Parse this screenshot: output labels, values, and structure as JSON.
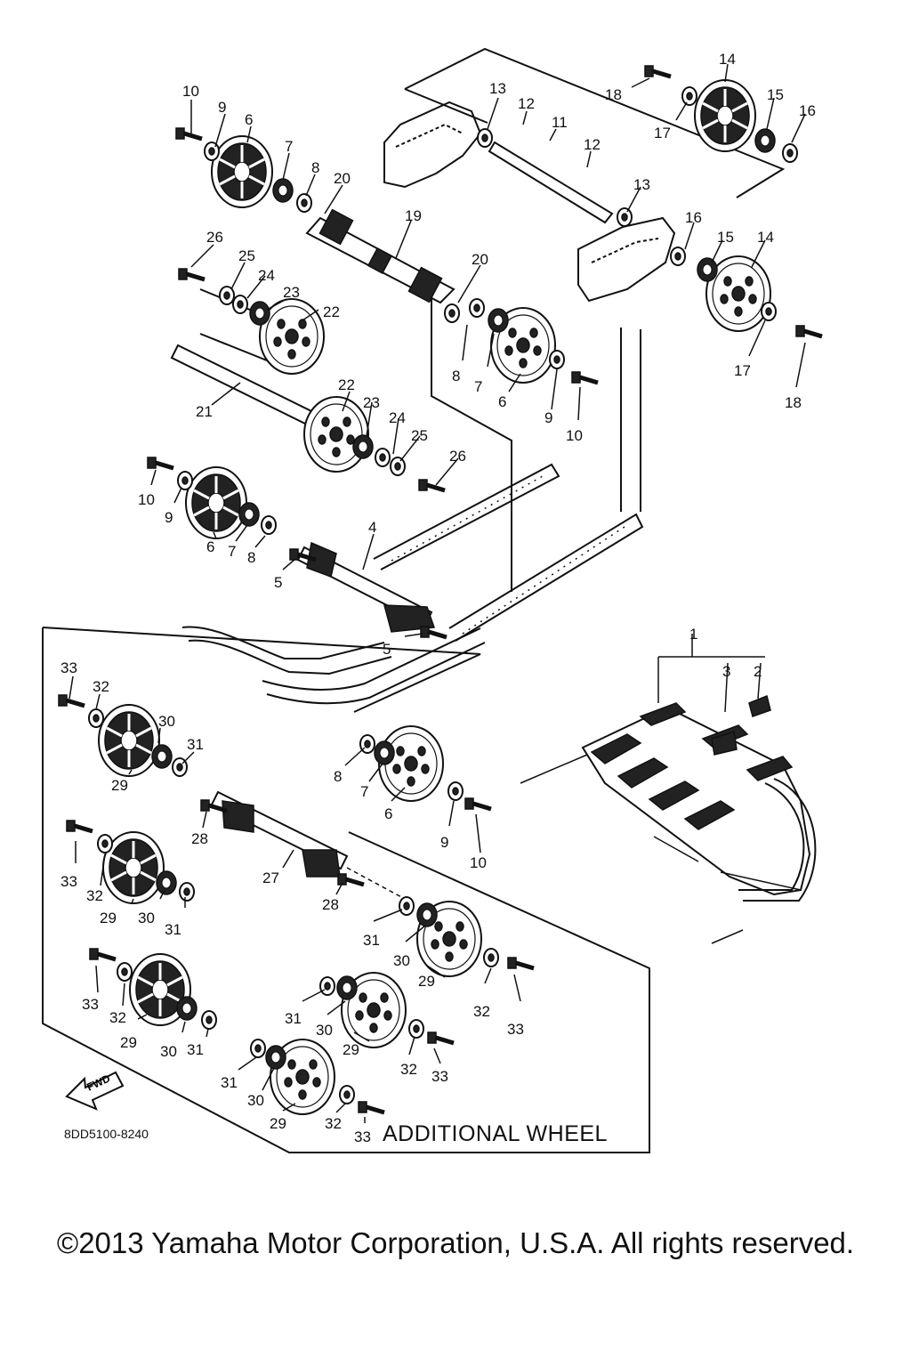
{
  "diagram": {
    "section_label": "ADDITIONAL WHEEL",
    "diagram_code": "8DD5100-8240",
    "direction_marker": "FWD",
    "copyright": "©2013 Yamaha Motor Corporation, U.S.A. All rights reserved.",
    "callouts": {
      "c10a": "10",
      "c9a": "9",
      "c6a": "6",
      "c7a": "7",
      "c8a": "8",
      "c20a": "20",
      "c13a": "13",
      "c12a": "12",
      "c11": "11",
      "c12b": "12",
      "c13b": "13",
      "c18a": "18",
      "c14a": "14",
      "c15a": "15",
      "c16a": "16",
      "c17a": "17",
      "c19": "19",
      "c26a": "26",
      "c25a": "25",
      "c24a": "24",
      "c23a": "23",
      "c22a": "22",
      "c20b": "20",
      "c8b": "8",
      "c7b": "7",
      "c6b": "6",
      "c9b": "9",
      "c10b": "10",
      "c16b": "16",
      "c15b": "15",
      "c14b": "14",
      "c17b": "17",
      "c18b": "18",
      "c21": "21",
      "c22b": "22",
      "c23b": "23",
      "c24b": "24",
      "c25b": "25",
      "c26b": "26",
      "c10c": "10",
      "c9c": "9",
      "c6c": "6",
      "c7c": "7",
      "c8c": "8",
      "c4": "4",
      "c5a": "5",
      "c5b": "5",
      "c1": "1",
      "c3": "3",
      "c2": "2",
      "c33a": "33",
      "c32a": "32",
      "c30a": "30",
      "c31a": "31",
      "c29a": "29",
      "c8d": "8",
      "c7d": "7",
      "c6d": "6",
      "c9d": "9",
      "c10d": "10",
      "c28a": "28",
      "c27": "27",
      "c28b": "28",
      "c33b": "33",
      "c32b": "32",
      "c29b": "29",
      "c30b": "30",
      "c31b": "31",
      "c31c": "31",
      "c30c": "30",
      "c29c": "29",
      "c32c": "32",
      "c33c": "33",
      "c33d": "33",
      "c32d": "32",
      "c29d": "29",
      "c30d": "30",
      "c31d": "31",
      "c31e": "31",
      "c30e": "30",
      "c29e": "29",
      "c32e": "32",
      "c33e": "33",
      "c31f": "31",
      "c30f": "30",
      "c29f": "29",
      "c32f": "32",
      "c33f": "33"
    }
  }
}
